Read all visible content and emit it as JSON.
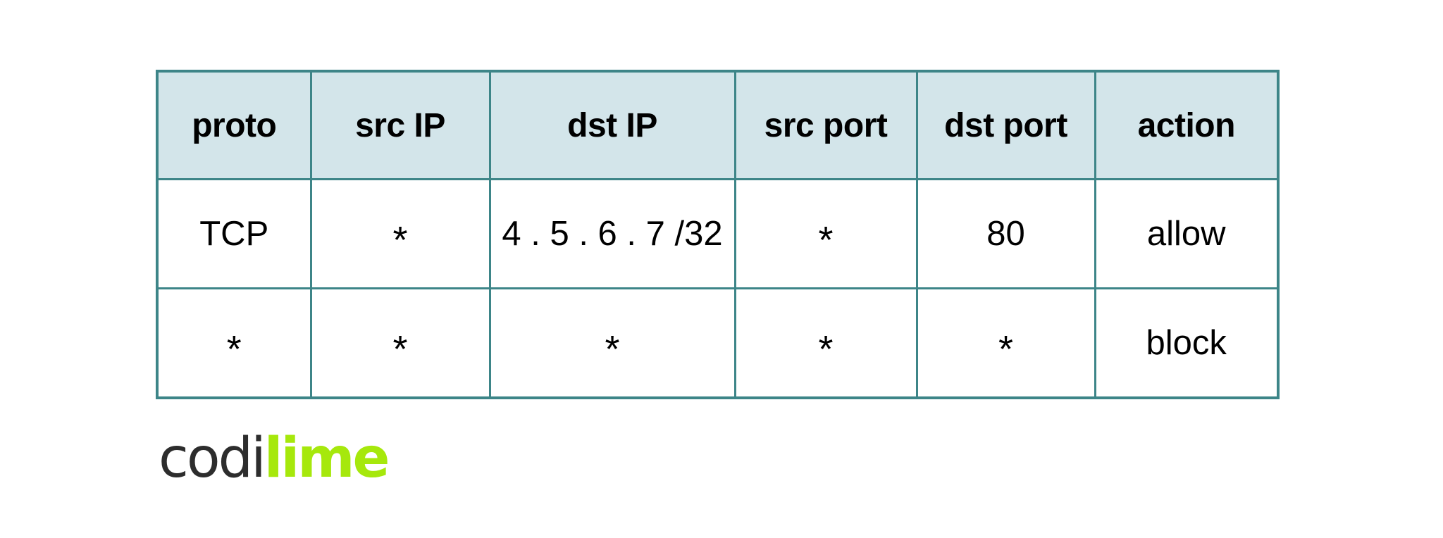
{
  "table": {
    "headers": [
      "proto",
      "src IP",
      "dst IP",
      "src port",
      "dst port",
      "action"
    ],
    "rows": [
      [
        "TCP",
        "*",
        "4 . 5 . 6 . 7 /32",
        "*",
        "80",
        "allow"
      ],
      [
        "*",
        "*",
        "*",
        "*",
        "*",
        "block"
      ]
    ]
  },
  "logo": {
    "part1": "codi",
    "part2": "lime"
  },
  "colors": {
    "border": "#3d8588",
    "header_bg": "#d3e5ea",
    "logo_dark": "#2d2d2d",
    "logo_lime": "#a6e80c"
  }
}
